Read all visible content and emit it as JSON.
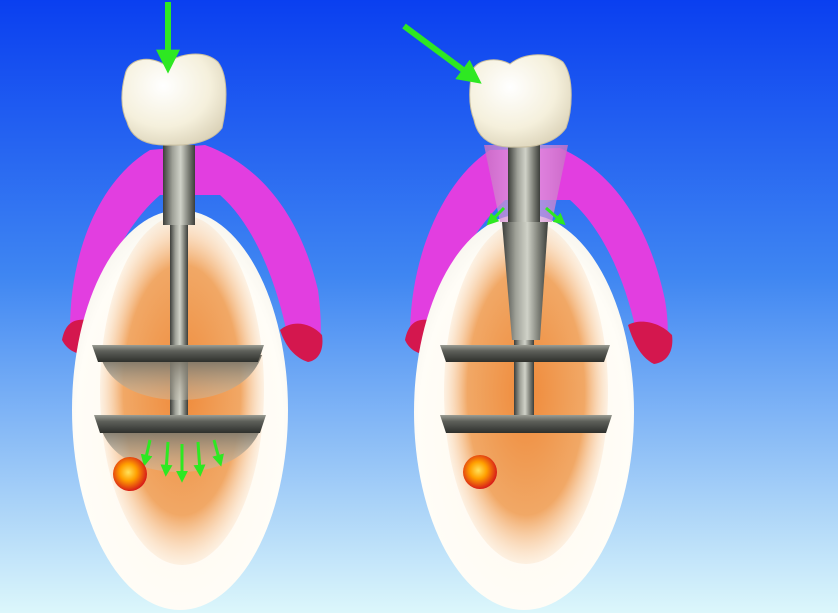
{
  "figure": {
    "panels": [
      {
        "id": "left",
        "force_arrow_direction": "vertical",
        "stress_arrows_location": "lower-plate",
        "has_upper_collar": false
      },
      {
        "id": "right",
        "force_arrow_direction": "oblique",
        "stress_arrows_location": "collar",
        "has_upper_collar": true
      }
    ]
  },
  "colors": {
    "sky_top": "#0a3ff0",
    "sky_mid": "#3f86f2",
    "sky_bottom": "#dcf7fb",
    "gum_outer": "#e23ee0",
    "gum_inner": "#d4174e",
    "bone_shell": "#fffdf7",
    "marrow": "#ef8a3a",
    "metal_dark": "#4a4c48",
    "metal_light": "#b7b9b0",
    "crown": "#f7f2df",
    "arrow": "#2ee822",
    "nerve_outer": "#e0271d",
    "nerve_inner": "#ffb400"
  }
}
